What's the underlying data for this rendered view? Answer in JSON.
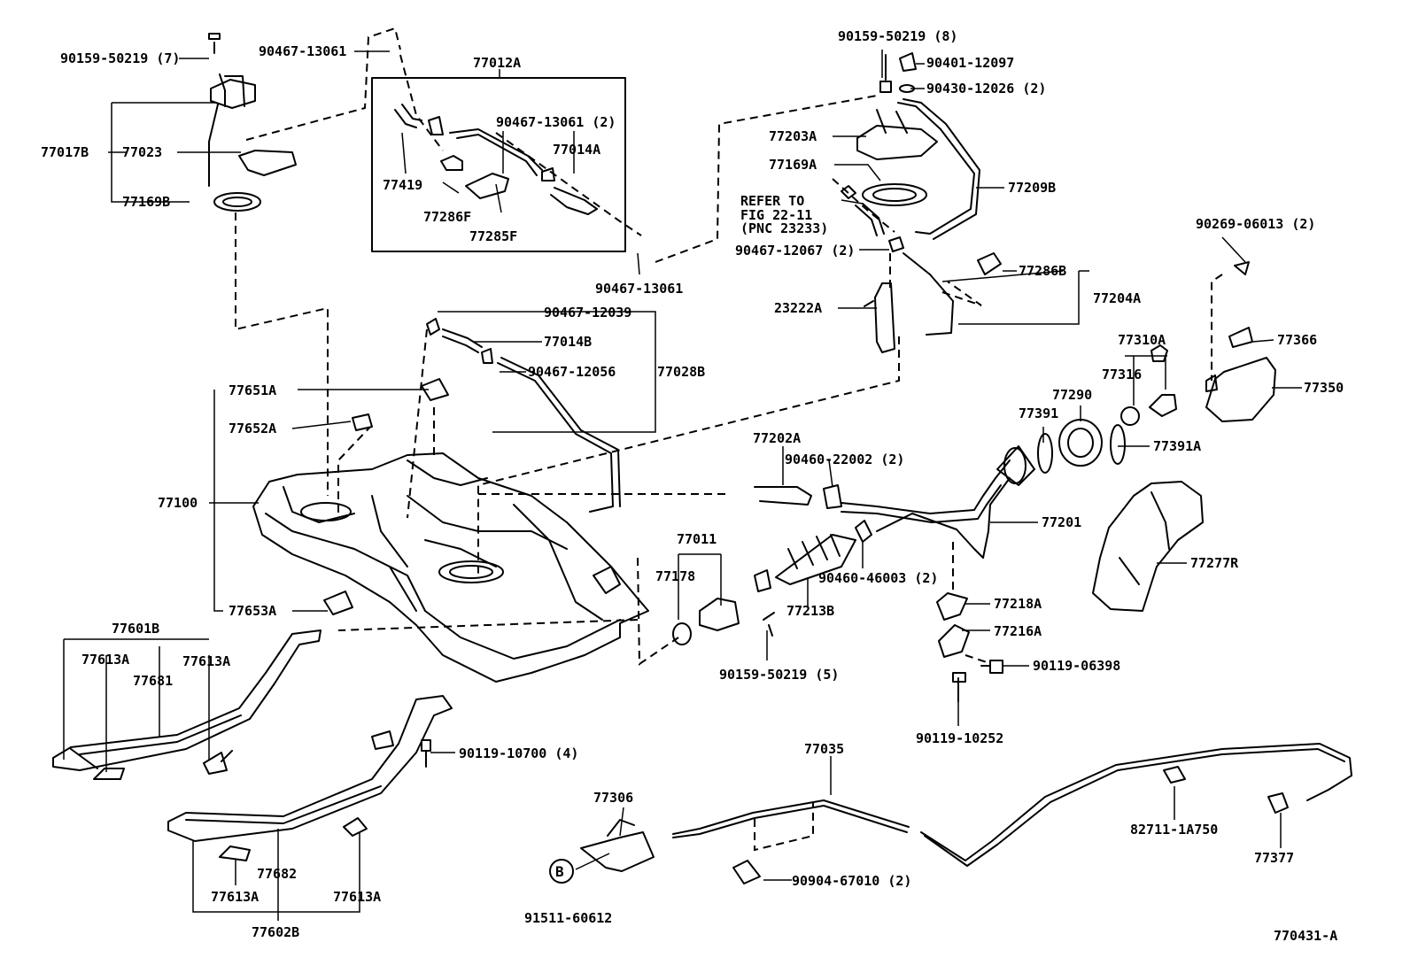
{
  "labels": {
    "p1": "90159-50219 (7)",
    "p2": "90467-13061",
    "p3": "77012A",
    "p4": "77017B",
    "p5": "77023",
    "p6": "77169B",
    "p7": "90467-13061 (2)",
    "p8": "77014A",
    "p9": "77419",
    "p10": "77286F",
    "p11": "77285F",
    "p12": "90467-13061",
    "p13": "90159-50219 (8)",
    "p14": "90401-12097",
    "p15": "90430-12026 (2)",
    "p16": "77203A",
    "p17": "77169A",
    "p18": "77209B",
    "p19": "REFER TO",
    "p20": "FIG 22-11",
    "p21": "(PNC 23233)",
    "p22": "90467-12067 (2)",
    "p23": "77286B",
    "p24": "77204A",
    "p25": "23222A",
    "p26": "90269-06013 (2)",
    "p27": "77366",
    "p28": "77310A",
    "p29": "77316",
    "p30": "77350",
    "p31": "90467-12039",
    "p32": "77014B",
    "p33": "90467-12056",
    "p34": "77028B",
    "p35": "77651A",
    "p36": "77652A",
    "p37": "77100",
    "p38": "77653A",
    "p39": "77202A",
    "p40": "90460-22002 (2)",
    "p41": "77391",
    "p42": "77290",
    "p43": "77391A",
    "p44": "77201",
    "p45": "77277R",
    "p46": "77011",
    "p47": "77178",
    "p48": "77213B",
    "p49": "90460-46003 (2)",
    "p50": "77218A",
    "p51": "77216A",
    "p52": "90119-06398",
    "p53": "90159-50219 (5)",
    "p54": "90119-10252",
    "p55": "77601B",
    "p56": "77613A",
    "p57": "77613A",
    "p58": "77681",
    "p59": "90119-10700 (4)",
    "p60": "77035",
    "p61": "77306",
    "p62": "82711-1A750",
    "p63": "77377",
    "p64": "90904-67010 (2)",
    "p65": "77682",
    "p66": "77613A",
    "p67": "77613A",
    "p68": "77602B",
    "p69": "91511-60612",
    "p70": "770431-A"
  },
  "callout_letter": "B",
  "colors": {
    "ink": "#000000",
    "paper": "#ffffff"
  }
}
